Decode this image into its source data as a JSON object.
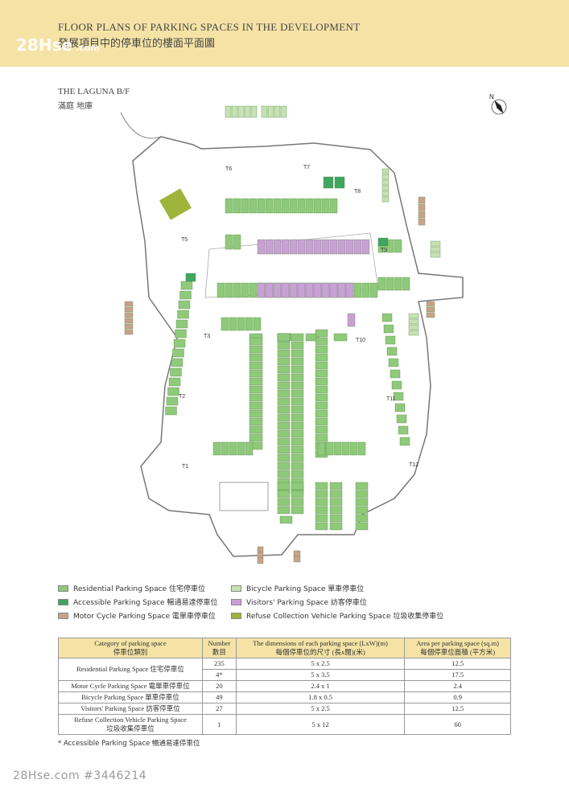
{
  "header": {
    "title_en": "FLOOR PLANS OF PARKING SPACES IN THE DEVELOPMENT",
    "title_zh": "發展項目中的停車位的樓面平面圖",
    "watermark_site": "28Hse",
    "watermark_domain": ".com"
  },
  "plan": {
    "title_en": "THE LAGUNA  B/F",
    "title_zh": "滿庭  地庫",
    "tower_labels": [
      "T1",
      "T2",
      "T3",
      "T5",
      "T6",
      "T7",
      "T8",
      "T9",
      "T10",
      "T11",
      "T12"
    ]
  },
  "colors": {
    "residential": "#8fc97a",
    "accessible": "#3fa560",
    "motorcycle": "#c9a28a",
    "bicycle": "#c6e2b2",
    "visitors": "#c9a0d6",
    "refuse": "#9fb43a",
    "header_bg": "#f5e3a6"
  },
  "legend": [
    {
      "label": "Residential Parking Space 住宅停車位",
      "color_key": "residential"
    },
    {
      "label": "Accessible Parking Space 暢通易達停車位",
      "color_key": "accessible"
    },
    {
      "label": "Motor Cycle Parking Space 電單車停車位",
      "color_key": "motorcycle"
    },
    {
      "label": "Bicycle Parking Space 單車停車位",
      "color_key": "bicycle"
    },
    {
      "label": "Visitors' Parking Space 訪客停車位",
      "color_key": "visitors"
    },
    {
      "label": "Refuse Collection Vehicle Parking Space 垃圾收集停車位",
      "color_key": "refuse"
    }
  ],
  "table": {
    "headers": {
      "category": "Category of parking space\n停車位類別",
      "number": "Number\n數目",
      "dimensions": "The dimensions of each parking space (LxW)(m)\n每個停車位的尺寸 (長x闊)(米)",
      "area": "Area per parking space (sq.m)\n每個停車位面積 (平方米)"
    },
    "rows": [
      {
        "category": "Residential Parking Space 住宅停車位",
        "number": "235",
        "dimensions": "5 x 2.5",
        "area": "12.5"
      },
      {
        "category": "",
        "number": "4*",
        "dimensions": "5 x 3.5",
        "area": "17.5"
      },
      {
        "category": "Motor Cycle Parking Space 電單車停車位",
        "number": "20",
        "dimensions": "2.4 x 1",
        "area": "2.4"
      },
      {
        "category": "Bicycle Parking Space 單車停車位",
        "number": "49",
        "dimensions": "1.8 x 0.5",
        "area": "0.9"
      },
      {
        "category": "Visitors' Parking Space 訪客停車位",
        "number": "27",
        "dimensions": "5 x 2.5",
        "area": "12.5"
      },
      {
        "category": "Refuse Collection Vehicle Parking Space\n垃圾收集停車位",
        "number": "1",
        "dimensions": "5 x 12",
        "area": "60"
      }
    ],
    "footnote": "* Accessible Parking Space 暢通易達停車位"
  },
  "listing_id": "28Hse.com #3446214",
  "compass_label": "N"
}
